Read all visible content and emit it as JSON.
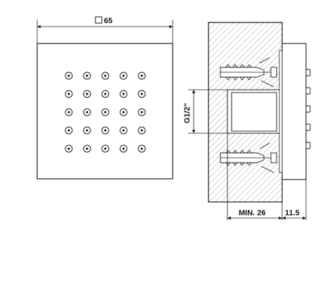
{
  "dimensions": {
    "width_label": "65",
    "thread_label": "G1/2\"",
    "min_depth_label": "MIN. 26",
    "projection_label": "11.5"
  },
  "front_view": {
    "nozzle_grid": {
      "rows": 5,
      "cols": 5
    }
  },
  "side_view": {
    "wall_plugs": 2,
    "body_nozzles": 5
  }
}
